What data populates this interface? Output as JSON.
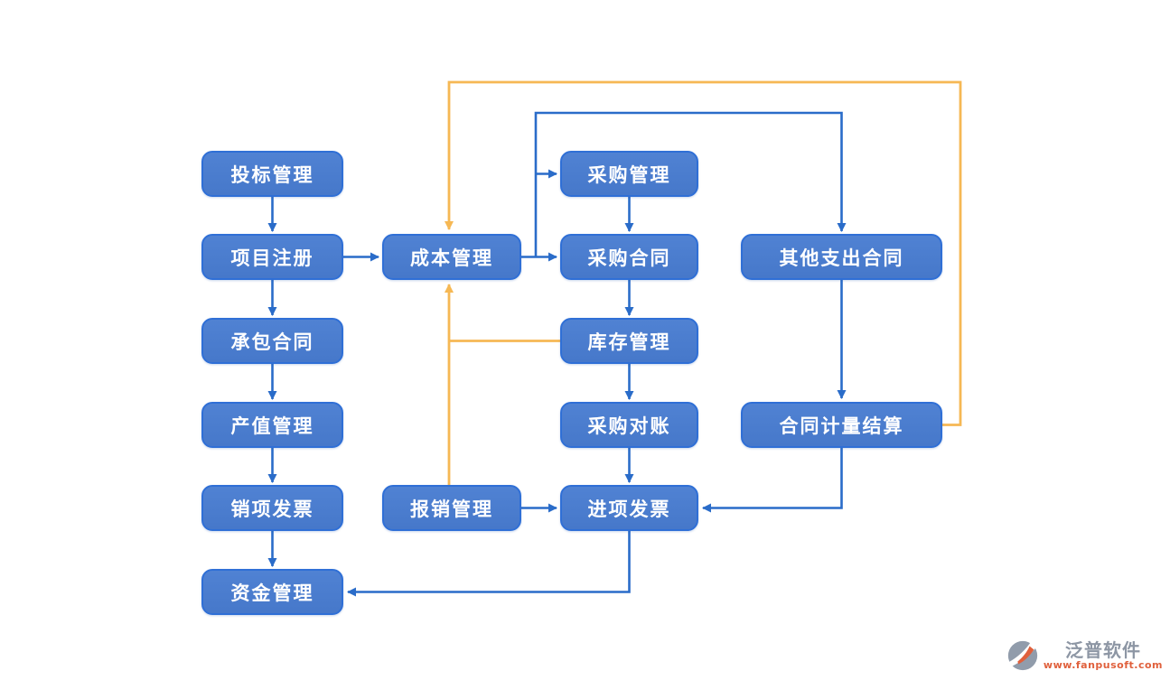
{
  "diagram": {
    "title": "project-cost-management-flow",
    "colors": {
      "node_fill": "#4a7bce",
      "node_border": "#2f6fd6",
      "node_text": "#ffffff",
      "blue_line": "#2a6cc9",
      "orange_line": "#f6b854",
      "background": "#ffffff"
    },
    "nodes": {
      "bidding": {
        "label": "投标管理"
      },
      "project_register": {
        "label": "项目注册"
      },
      "contracting_contract": {
        "label": "承包合同"
      },
      "output_value": {
        "label": "产值管理"
      },
      "output_invoice": {
        "label": "销项发票"
      },
      "fund": {
        "label": "资金管理"
      },
      "cost": {
        "label": "成本管理"
      },
      "reimbursement": {
        "label": "报销管理"
      },
      "purchase": {
        "label": "采购管理"
      },
      "purchase_contract": {
        "label": "采购合同"
      },
      "inventory": {
        "label": "库存管理"
      },
      "purchase_reconciliation": {
        "label": "采购对账"
      },
      "input_invoice": {
        "label": "进项发票"
      },
      "other_expense_contract": {
        "label": "其他支出合同"
      },
      "contract_settlement": {
        "label": "合同计量结算"
      }
    },
    "edges": [
      {
        "from": "投标管理",
        "to": "项目注册",
        "color": "blue"
      },
      {
        "from": "项目注册",
        "to": "承包合同",
        "color": "blue"
      },
      {
        "from": "承包合同",
        "to": "产值管理",
        "color": "blue"
      },
      {
        "from": "产值管理",
        "to": "销项发票",
        "color": "blue"
      },
      {
        "from": "销项发票",
        "to": "资金管理",
        "color": "blue"
      },
      {
        "from": "项目注册",
        "to": "成本管理",
        "color": "blue"
      },
      {
        "from": "成本管理",
        "to": "采购合同",
        "color": "blue"
      },
      {
        "from": "成本管理",
        "to": "采购管理",
        "color": "blue"
      },
      {
        "from": "成本管理",
        "to": "其他支出合同",
        "color": "blue"
      },
      {
        "from": "采购管理",
        "to": "采购合同",
        "color": "blue"
      },
      {
        "from": "采购合同",
        "to": "库存管理",
        "color": "blue"
      },
      {
        "from": "库存管理",
        "to": "采购对账",
        "color": "blue"
      },
      {
        "from": "采购对账",
        "to": "进项发票",
        "color": "blue"
      },
      {
        "from": "报销管理",
        "to": "进项发票",
        "color": "blue"
      },
      {
        "from": "其他支出合同",
        "to": "合同计量结算",
        "color": "blue"
      },
      {
        "from": "合同计量结算",
        "to": "进项发票",
        "color": "blue"
      },
      {
        "from": "进项发票",
        "to": "资金管理",
        "color": "blue"
      },
      {
        "from": "报销管理",
        "to": "成本管理",
        "color": "orange"
      },
      {
        "from": "库存管理",
        "to": "成本管理",
        "color": "orange"
      },
      {
        "from": "合同计量结算",
        "to": "成本管理",
        "color": "orange"
      }
    ]
  },
  "logo": {
    "company": "泛普软件",
    "website": "www.fanpusoft.com"
  }
}
